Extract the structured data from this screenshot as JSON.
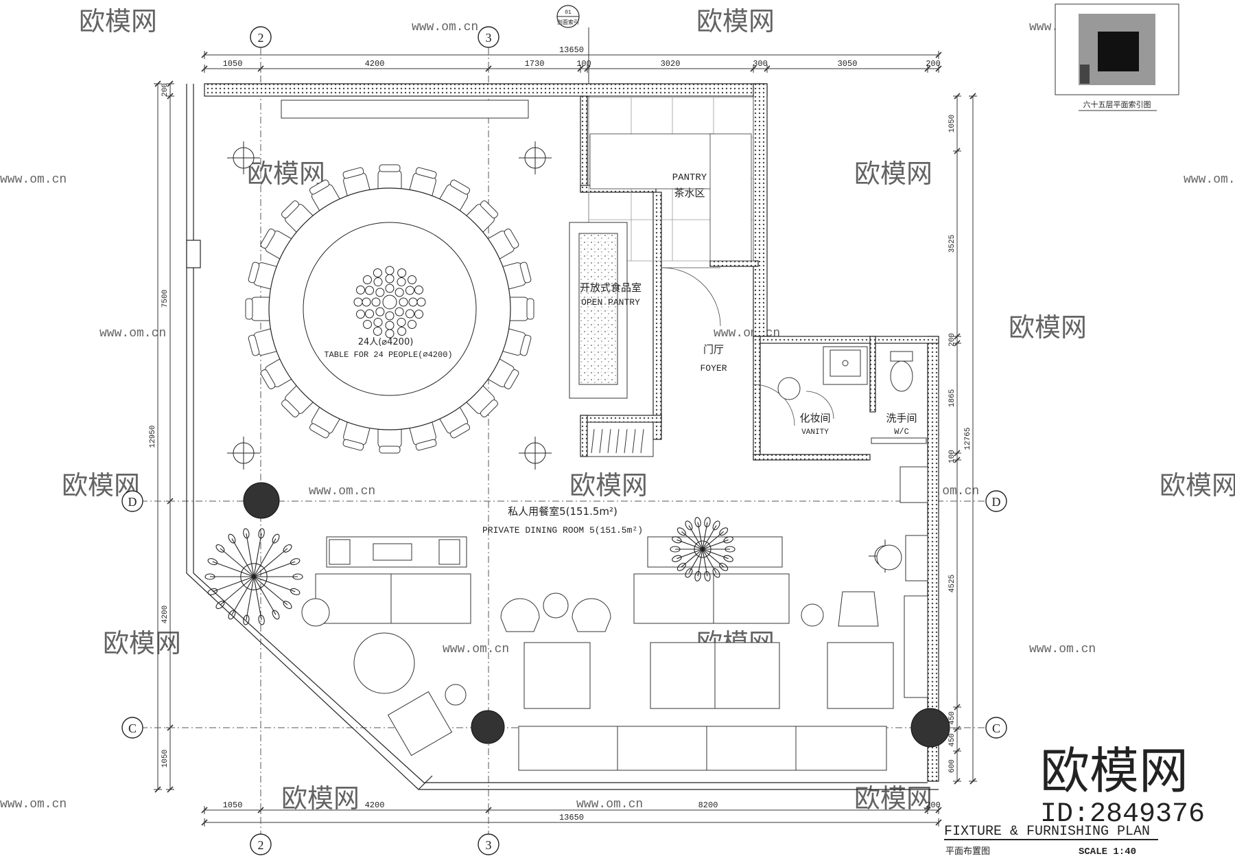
{
  "drawing": {
    "title_en": "FIXTURE & FURNISHING PLAN",
    "title_cn": "平面布置图",
    "scale": "SCALE 1:40",
    "key_plan_caption": "六十五层平面索引图",
    "section_mark": {
      "number": "01",
      "caption": "剖面索引"
    }
  },
  "brand": {
    "logo": "欧模网",
    "id": "ID:2849376",
    "url": "www.om.cn"
  },
  "grid_labels": {
    "top_left": "2",
    "top_right": "3",
    "bottom_left": "2",
    "bottom_right": "3",
    "left_upper": "D",
    "left_lower": "C",
    "right_upper": "D",
    "right_lower": "C"
  },
  "dimensions": {
    "top_segments": [
      "1050",
      "4200",
      "1730",
      "100",
      "3020",
      "300",
      "3050",
      "200"
    ],
    "top_total": "13650",
    "bottom_segments": [
      "1050",
      "4200",
      "8200",
      "200"
    ],
    "bottom_total": "13650",
    "left_segments": [
      "200",
      "7500",
      "4200",
      "1050"
    ],
    "left_total": "12950",
    "right_segments": [
      "1050",
      "3525",
      "200",
      "1865",
      "100",
      "4525",
      "450",
      "450",
      "600"
    ],
    "right_total": "12765"
  },
  "rooms": {
    "pantry_en": "PANTRY",
    "pantry_cn": "茶水区",
    "open_pantry_cn": "开放式食品室",
    "open_pantry_en": "OPEN PANTRY",
    "foyer_cn": "门厅",
    "foyer_en": "FOYER",
    "vanity_cn": "化妆间",
    "vanity_en": "VANITY",
    "wc_cn": "洗手间",
    "wc_en": "W/C",
    "dining_cn": "私人用餐室5(151.5m²)",
    "dining_en": "PRIVATE DINING ROOM 5(151.5m²)",
    "table_cn": "24人(⌀4200)",
    "table_en": "TABLE FOR 24 PEOPLE(⌀4200)"
  }
}
